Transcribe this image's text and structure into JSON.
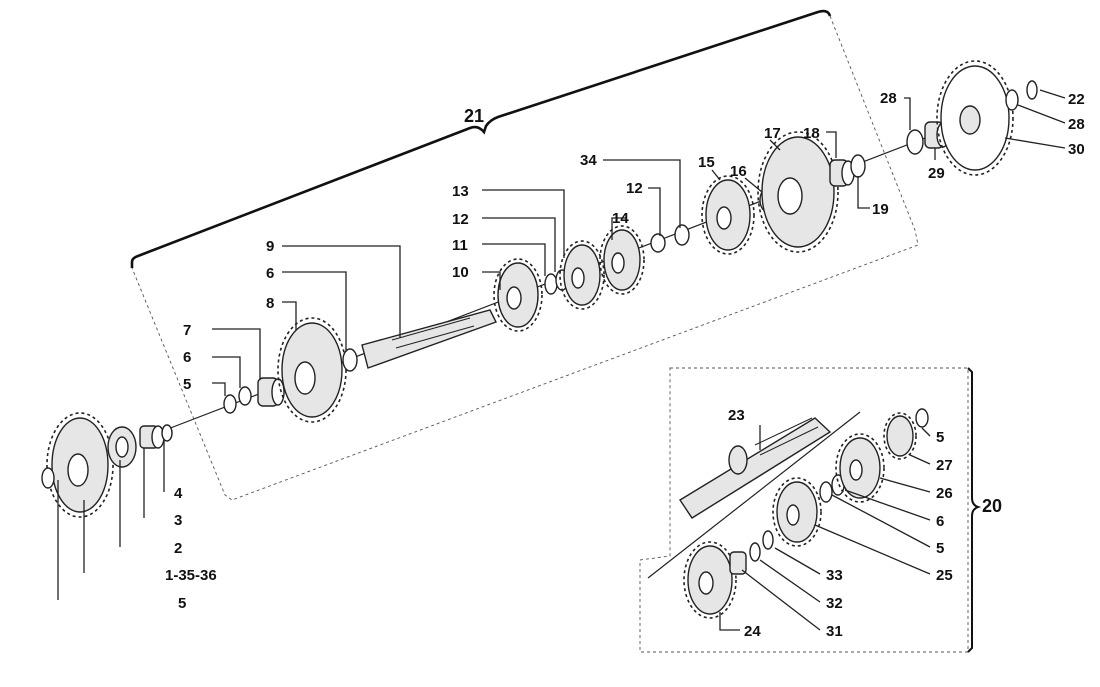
{
  "labels": {
    "l1": "1-35-36",
    "l2": "2",
    "l3": "3",
    "l4": "4",
    "l5a": "5",
    "l5b": "5",
    "l5c": "5",
    "l5d": "5",
    "l6a": "6",
    "l6b": "6",
    "l6c": "6",
    "l7": "7",
    "l8": "8",
    "l9": "9",
    "l10": "10",
    "l11": "11",
    "l12a": "12",
    "l12b": "12",
    "l13": "13",
    "l14": "14",
    "l15": "15",
    "l16": "16",
    "l17": "17",
    "l18": "18",
    "l19": "19",
    "l20": "20",
    "l21": "21",
    "l22": "22",
    "l23": "23",
    "l24": "24",
    "l25": "25",
    "l26": "26",
    "l27": "27",
    "l28a": "28",
    "l28b": "28",
    "l29": "29",
    "l30": "30",
    "l31": "31",
    "l32": "32",
    "l33": "33",
    "l34": "34"
  }
}
